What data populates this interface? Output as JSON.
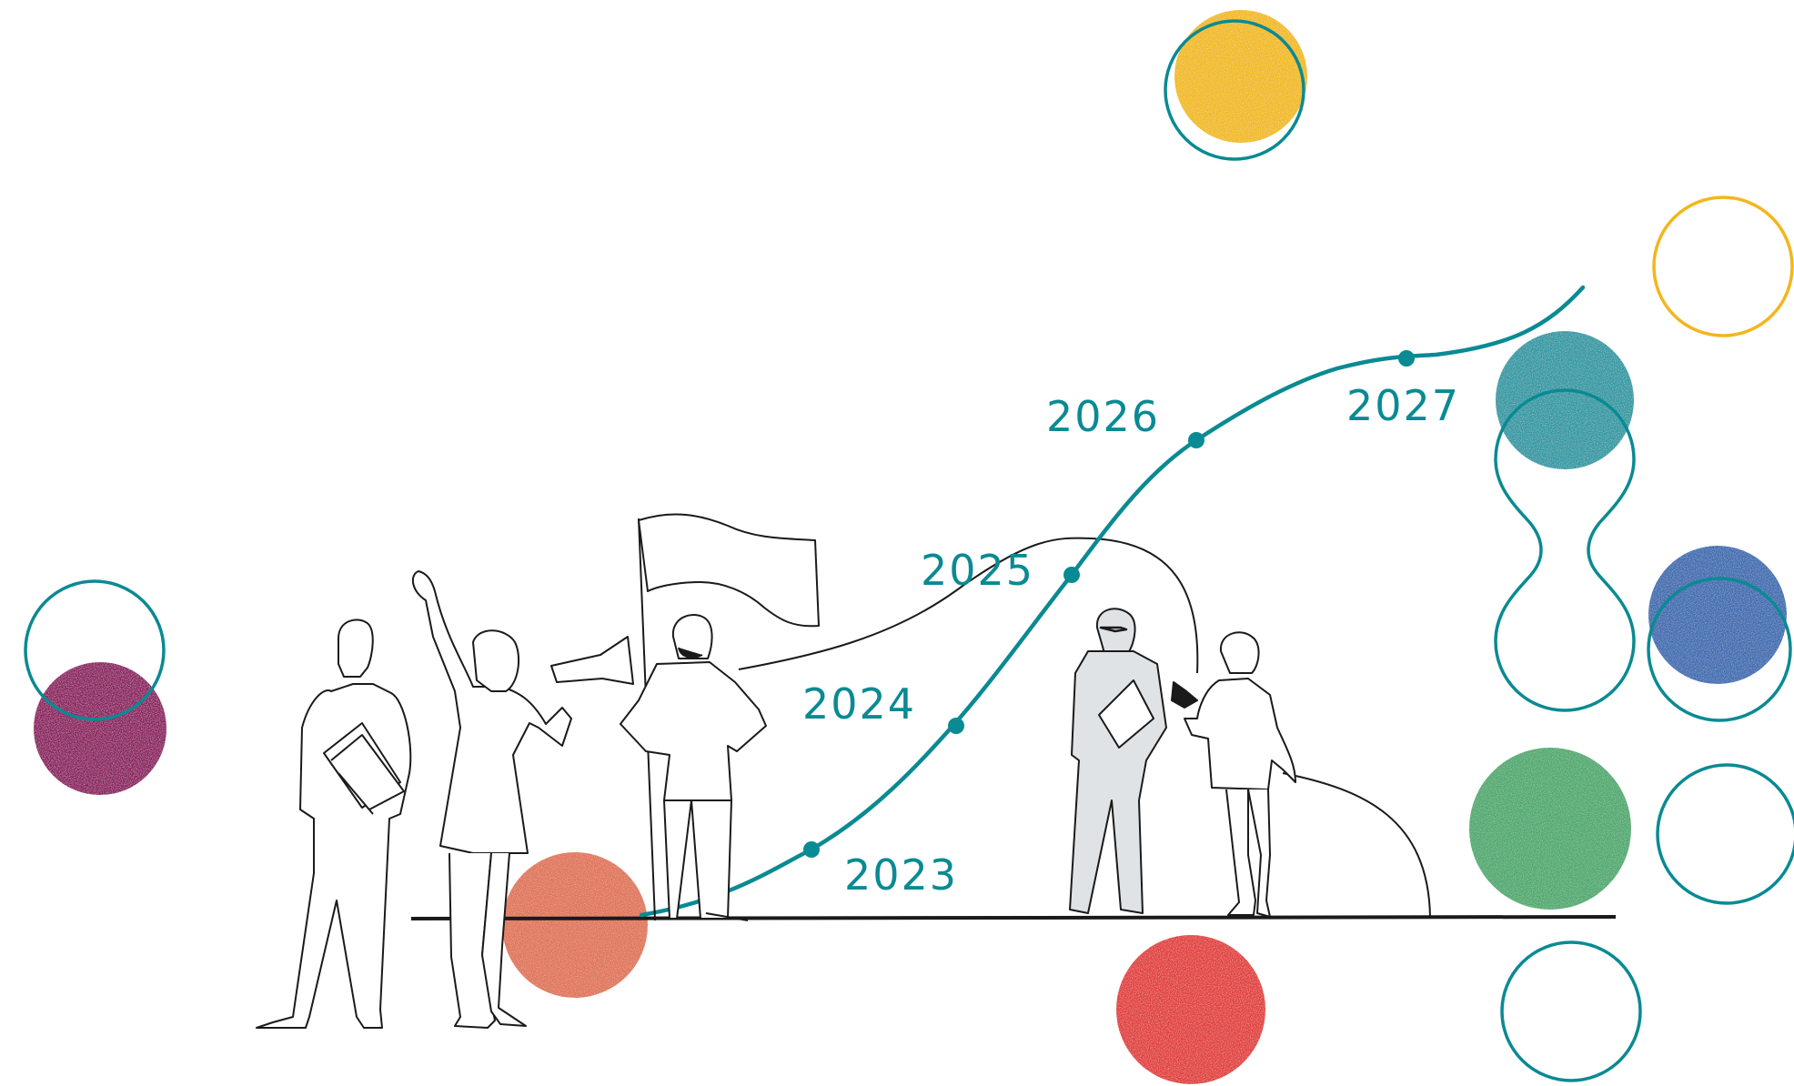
{
  "timeline": {
    "years": [
      "2023",
      "2024",
      "2025",
      "2026",
      "2027"
    ]
  },
  "colors": {
    "teal": "#0a8a93",
    "purple": "#8e1e62",
    "yellow": "#f2bb12",
    "orange": "#e07458",
    "red": "#e13e3b",
    "teal_blob": "#2f9aa4",
    "blue": "#3d6db1",
    "green": "#4faa6f",
    "yellow_outline": "#f5b51d",
    "line": "#1a1a1a",
    "figure_fill": "#dfe3e6"
  }
}
